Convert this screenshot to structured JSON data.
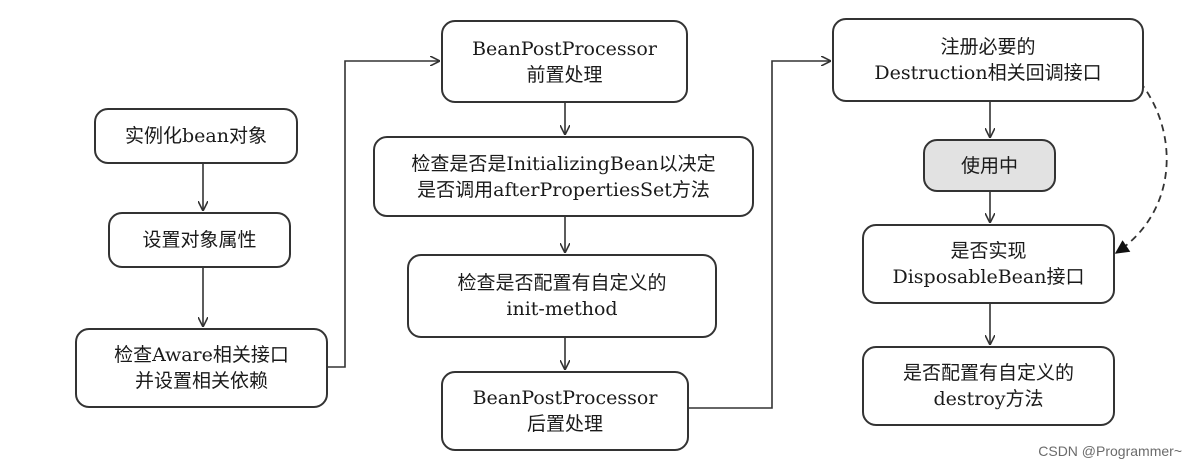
{
  "nodes": {
    "instantiate": {
      "lines": [
        "实例化bean对象"
      ]
    },
    "set_properties": {
      "lines": [
        "设置对象属性"
      ]
    },
    "check_aware": {
      "lines": [
        "检查Aware相关接口",
        "并设置相关依赖"
      ]
    },
    "bpp_before": {
      "lines": [
        "BeanPostProcessor",
        "前置处理"
      ]
    },
    "check_initializing": {
      "lines": [
        "检查是否是InitializingBean以决定",
        "是否调用afterPropertiesSet方法"
      ]
    },
    "check_init_method": {
      "lines": [
        "检查是否配置有自定义的",
        "init-method"
      ]
    },
    "bpp_after": {
      "lines": [
        "BeanPostProcessor",
        "后置处理"
      ]
    },
    "register_destruction": {
      "lines": [
        "注册必要的",
        "Destruction相关回调接口"
      ]
    },
    "in_use": {
      "lines": [
        "使用中"
      ]
    },
    "disposable": {
      "lines": [
        "是否实现",
        "DisposableBean接口"
      ]
    },
    "destroy_method": {
      "lines": [
        "是否配置有自定义的",
        "destroy方法"
      ]
    }
  },
  "watermark": "CSDN @Programmer~"
}
